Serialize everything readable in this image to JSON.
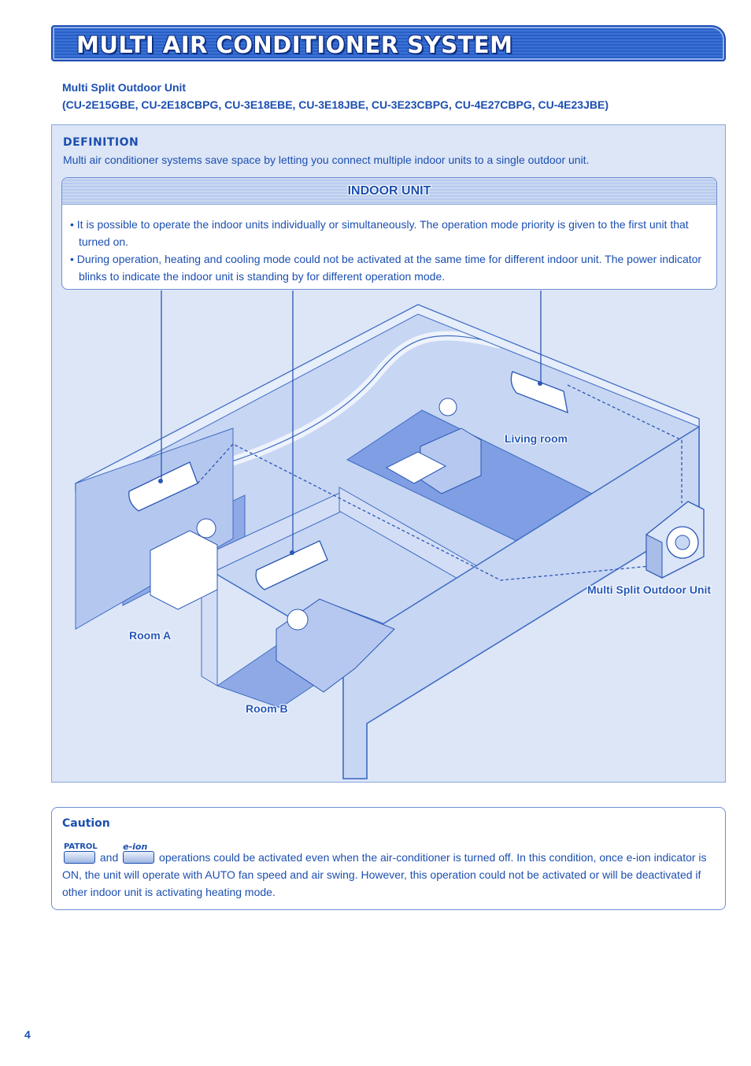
{
  "title": "MULTI AIR CONDITIONER SYSTEM",
  "model": {
    "heading": "Multi Split Outdoor Unit",
    "models": "(CU-2E15GBE, CU-2E18CBPG, CU-3E18EBE, CU-3E18JBE, CU-3E23CBPG, CU-4E27CBPG, CU-4E23JBE)"
  },
  "definition": {
    "label": "DEFINITION",
    "text": "Multi air conditioner systems save space by letting you connect multiple indoor units to a single outdoor unit."
  },
  "indoor_unit": {
    "heading": "INDOOR UNIT",
    "bullets": [
      "• It is possible to operate the indoor units individually or simultaneously. The operation mode priority is given to the first unit that turned on.",
      "• During operation, heating and cooling mode could not be activated at the same time for different indoor unit. The power indicator blinks to indicate the indoor unit is standing by for different operation mode."
    ]
  },
  "illustration": {
    "living_room": "Living room",
    "outdoor_unit": "Multi Split Outdoor Unit",
    "room_a": "Room A",
    "room_b": "Room B"
  },
  "caution": {
    "label": "Caution",
    "patrol_label": "PATROL",
    "eion_label": "e-ion",
    "and": "and",
    "text": "operations could be activated even when the air-conditioner is turned off. In this condition, once e-ion indicator is ON, the unit will operate with AUTO fan speed and air swing. However, this operation could not be activated or will be deactivated if other indoor unit is activating heating mode."
  },
  "page_number": "4"
}
